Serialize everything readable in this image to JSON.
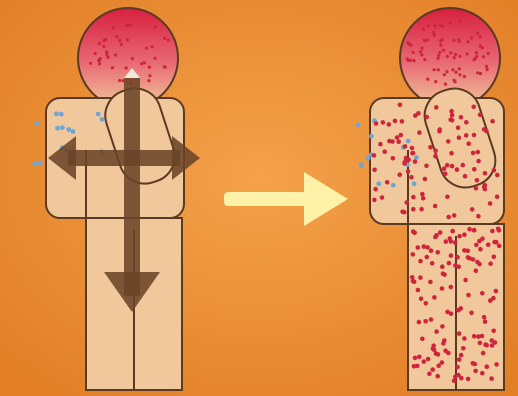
{
  "colors": {
    "background_light": "#f4a24a",
    "background_dark": "#e17e26",
    "body_fill": "#f1c89c",
    "outline": "#5a3a22",
    "head_red": "#d81f3f",
    "speck_red": "#d0243c",
    "speck_blue": "#6aa7d8",
    "arrow_brown": "#6a4428",
    "transition_arrow": "#fdf2a8"
  },
  "figures": [
    {
      "id": "before",
      "state": "hand raised with few droplets, arrows showing spread across arms and body"
    },
    {
      "id": "after",
      "state": "droplets distributed over the entire body"
    }
  ],
  "icons": {
    "spread_arrows": "four-way-arrow-icon",
    "transition": "right-arrow-icon"
  },
  "droplet_counts": {
    "before_blue": 14,
    "after_red": 230,
    "after_blue": 14
  }
}
